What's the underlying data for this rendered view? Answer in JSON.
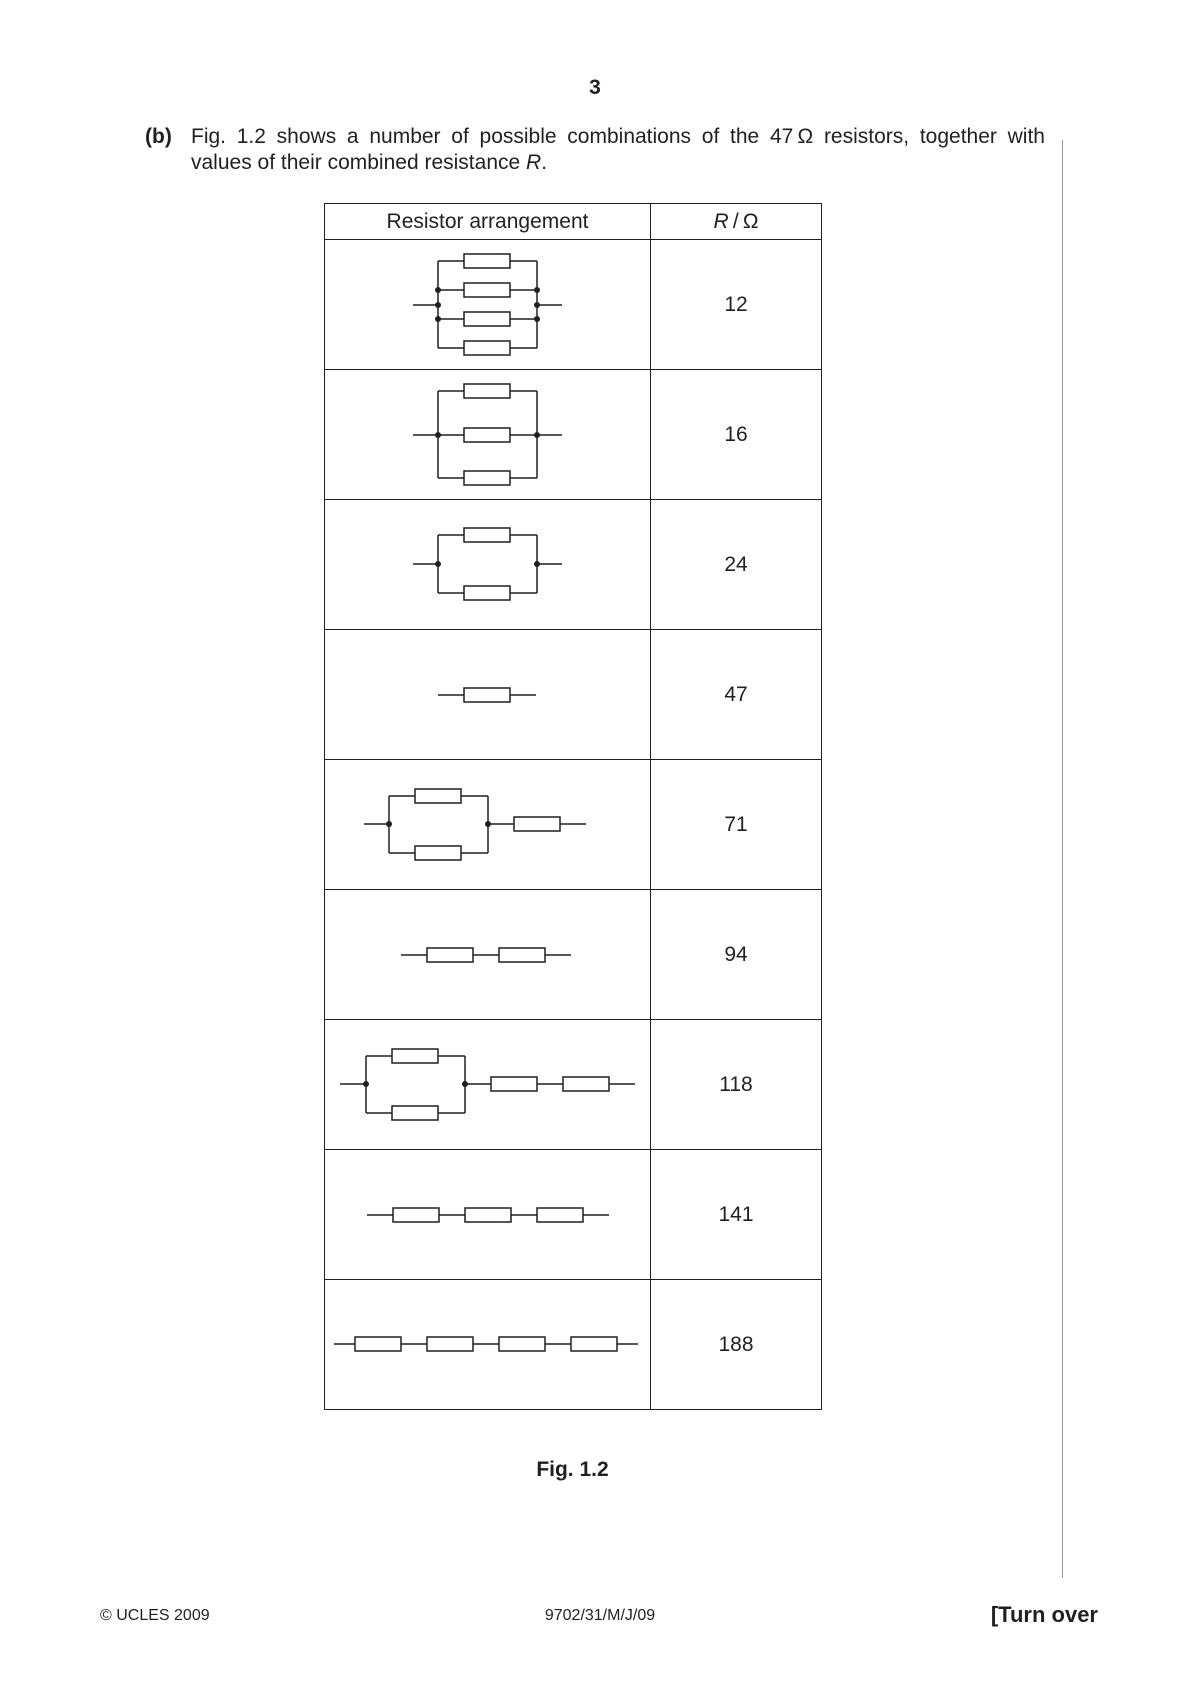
{
  "page": {
    "number": "3"
  },
  "question": {
    "label": "(b)",
    "line1": "Fig. 1.2 shows a number of possible combinations of the 47 Ω resistors, together with",
    "line2_prefix": "values of their combined resistance ",
    "line2_var": "R",
    "line2_suffix": "."
  },
  "table": {
    "headers": {
      "arrangement": "Resistor arrangement",
      "r_var": "R",
      "r_unit": " / Ω"
    },
    "rows": [
      {
        "arrangement": "4 in parallel",
        "r": "12"
      },
      {
        "arrangement": "3 in parallel",
        "r": "16"
      },
      {
        "arrangement": "2 in parallel",
        "r": "24"
      },
      {
        "arrangement": "single",
        "r": "47"
      },
      {
        "arrangement": "2 parallel + 1 series",
        "r": "71"
      },
      {
        "arrangement": "2 in series",
        "r": "94"
      },
      {
        "arrangement": "2 parallel + 2 series",
        "r": "118"
      },
      {
        "arrangement": "3 in series",
        "r": "141"
      },
      {
        "arrangement": "4 in series",
        "r": "188"
      }
    ]
  },
  "figure": {
    "caption": "Fig. 1.2"
  },
  "footer": {
    "copyright": "© UCLES 2009",
    "code": "9702/31/M/J/09",
    "turn_over": "[Turn over"
  }
}
